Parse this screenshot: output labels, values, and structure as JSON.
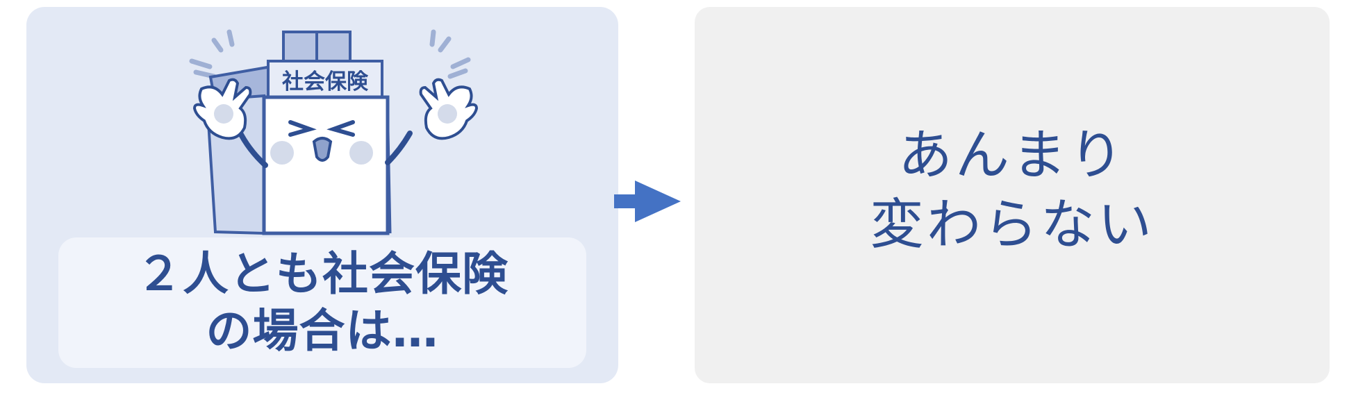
{
  "left_panel": {
    "sign_text": "社会保険",
    "caption_lines": [
      "２人とも社会保険",
      "の場合は…"
    ]
  },
  "right_panel": {
    "result_lines": [
      "あんまり",
      "変わらない"
    ]
  },
  "colors": {
    "left_panel_bg": "#e3e9f5",
    "caption_box_bg": "#f1f4fb",
    "right_panel_bg": "#f0f0f0",
    "text": "#2e4e91",
    "arrow": "#4472c4"
  },
  "icons": {
    "mascot": "social-insurance-building-mascot-icon",
    "arrow": "right-arrow-icon"
  }
}
